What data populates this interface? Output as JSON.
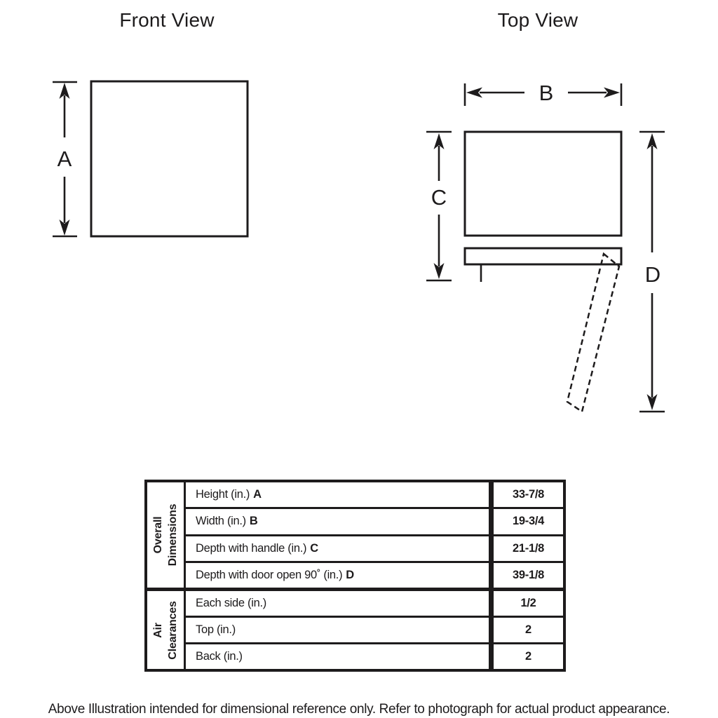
{
  "page": {
    "background": "#ffffff",
    "ink_color": "#1d1b1c"
  },
  "front_view": {
    "title": "Front View",
    "height_dim_label": "A"
  },
  "top_view": {
    "title": "Top View",
    "width_dim_label": "B",
    "depth_dim_label": "C",
    "door_open_dim_label": "D"
  },
  "spec_table": {
    "sections": [
      {
        "group_line1": "Overall",
        "group_line2": "Dimensions",
        "rows": [
          {
            "label": "Height (in.)",
            "letter": "A",
            "value": "33-7/8"
          },
          {
            "label": "Width (in.)",
            "letter": "B",
            "value": "19-3/4"
          },
          {
            "label": "Depth with handle (in.)",
            "letter": "C",
            "value": "21-1/8"
          },
          {
            "label": "Depth with door open 90˚ (in.)",
            "letter": "D",
            "value": "39-1/8"
          }
        ]
      },
      {
        "group_line1": "Air",
        "group_line2": "Clearances",
        "rows": [
          {
            "label": "Each side (in.)",
            "letter": "",
            "value": "1/2"
          },
          {
            "label": "Top (in.)",
            "letter": "",
            "value": "2"
          },
          {
            "label": "Back (in.)",
            "letter": "",
            "value": "2"
          }
        ]
      }
    ]
  },
  "footnote": "Above Illustration intended for dimensional reference only. Refer to photograph for actual product appearance."
}
